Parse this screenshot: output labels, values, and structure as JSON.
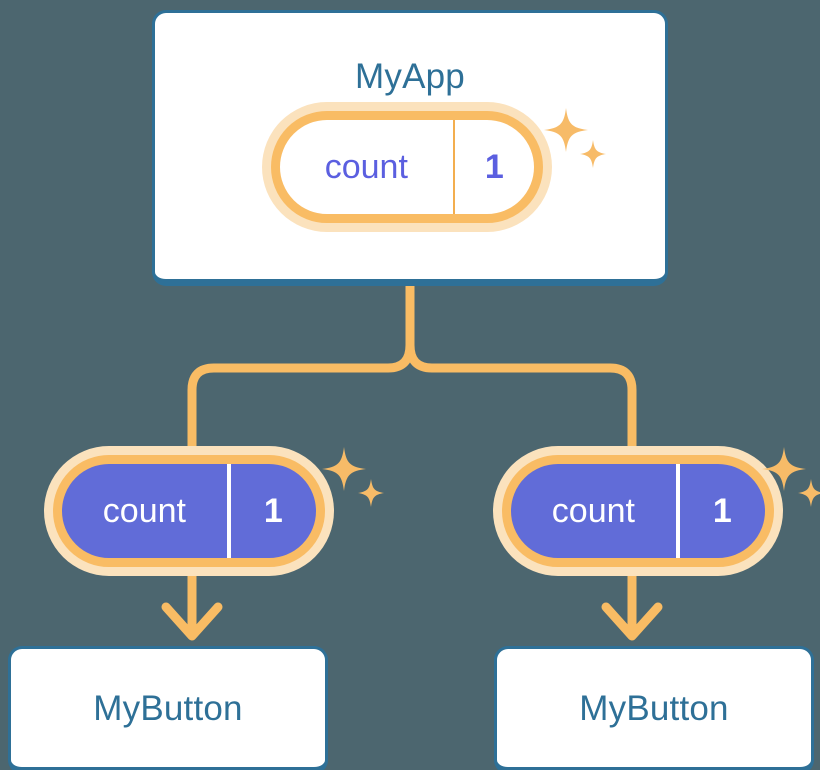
{
  "background_color": "#4c666f",
  "palette": {
    "card_border": "#2e7097",
    "card_fill": "#ffffff",
    "title_text": "#2e7097",
    "pill_border": "#f9bc64",
    "pill_glow": "#fbe2bd",
    "pill_fill_purple": "#616cd8",
    "pill_text_purple": "#5b5fe0",
    "pill_text_white": "#ffffff",
    "connector": "#f9bc64",
    "sparkle": "#f7bb68"
  },
  "diagram": {
    "type": "component-tree",
    "root": {
      "name": "app-card",
      "title": "MyApp",
      "state_pill": {
        "key": "count",
        "value": "1",
        "style": "outline"
      },
      "sparkle": true
    },
    "children": [
      {
        "name": "branch-left",
        "state_pill": {
          "key": "count",
          "value": "1",
          "style": "filled"
        },
        "sparkle": true,
        "card_title": "MyButton"
      },
      {
        "name": "branch-right",
        "state_pill": {
          "key": "count",
          "value": "1",
          "style": "filled"
        },
        "sparkle": true,
        "card_title": "MyButton"
      }
    ],
    "icons": {
      "sparkle_large": "sparkle-icon",
      "sparkle_small": "sparkle-icon",
      "arrow": "arrow-down-icon"
    }
  }
}
